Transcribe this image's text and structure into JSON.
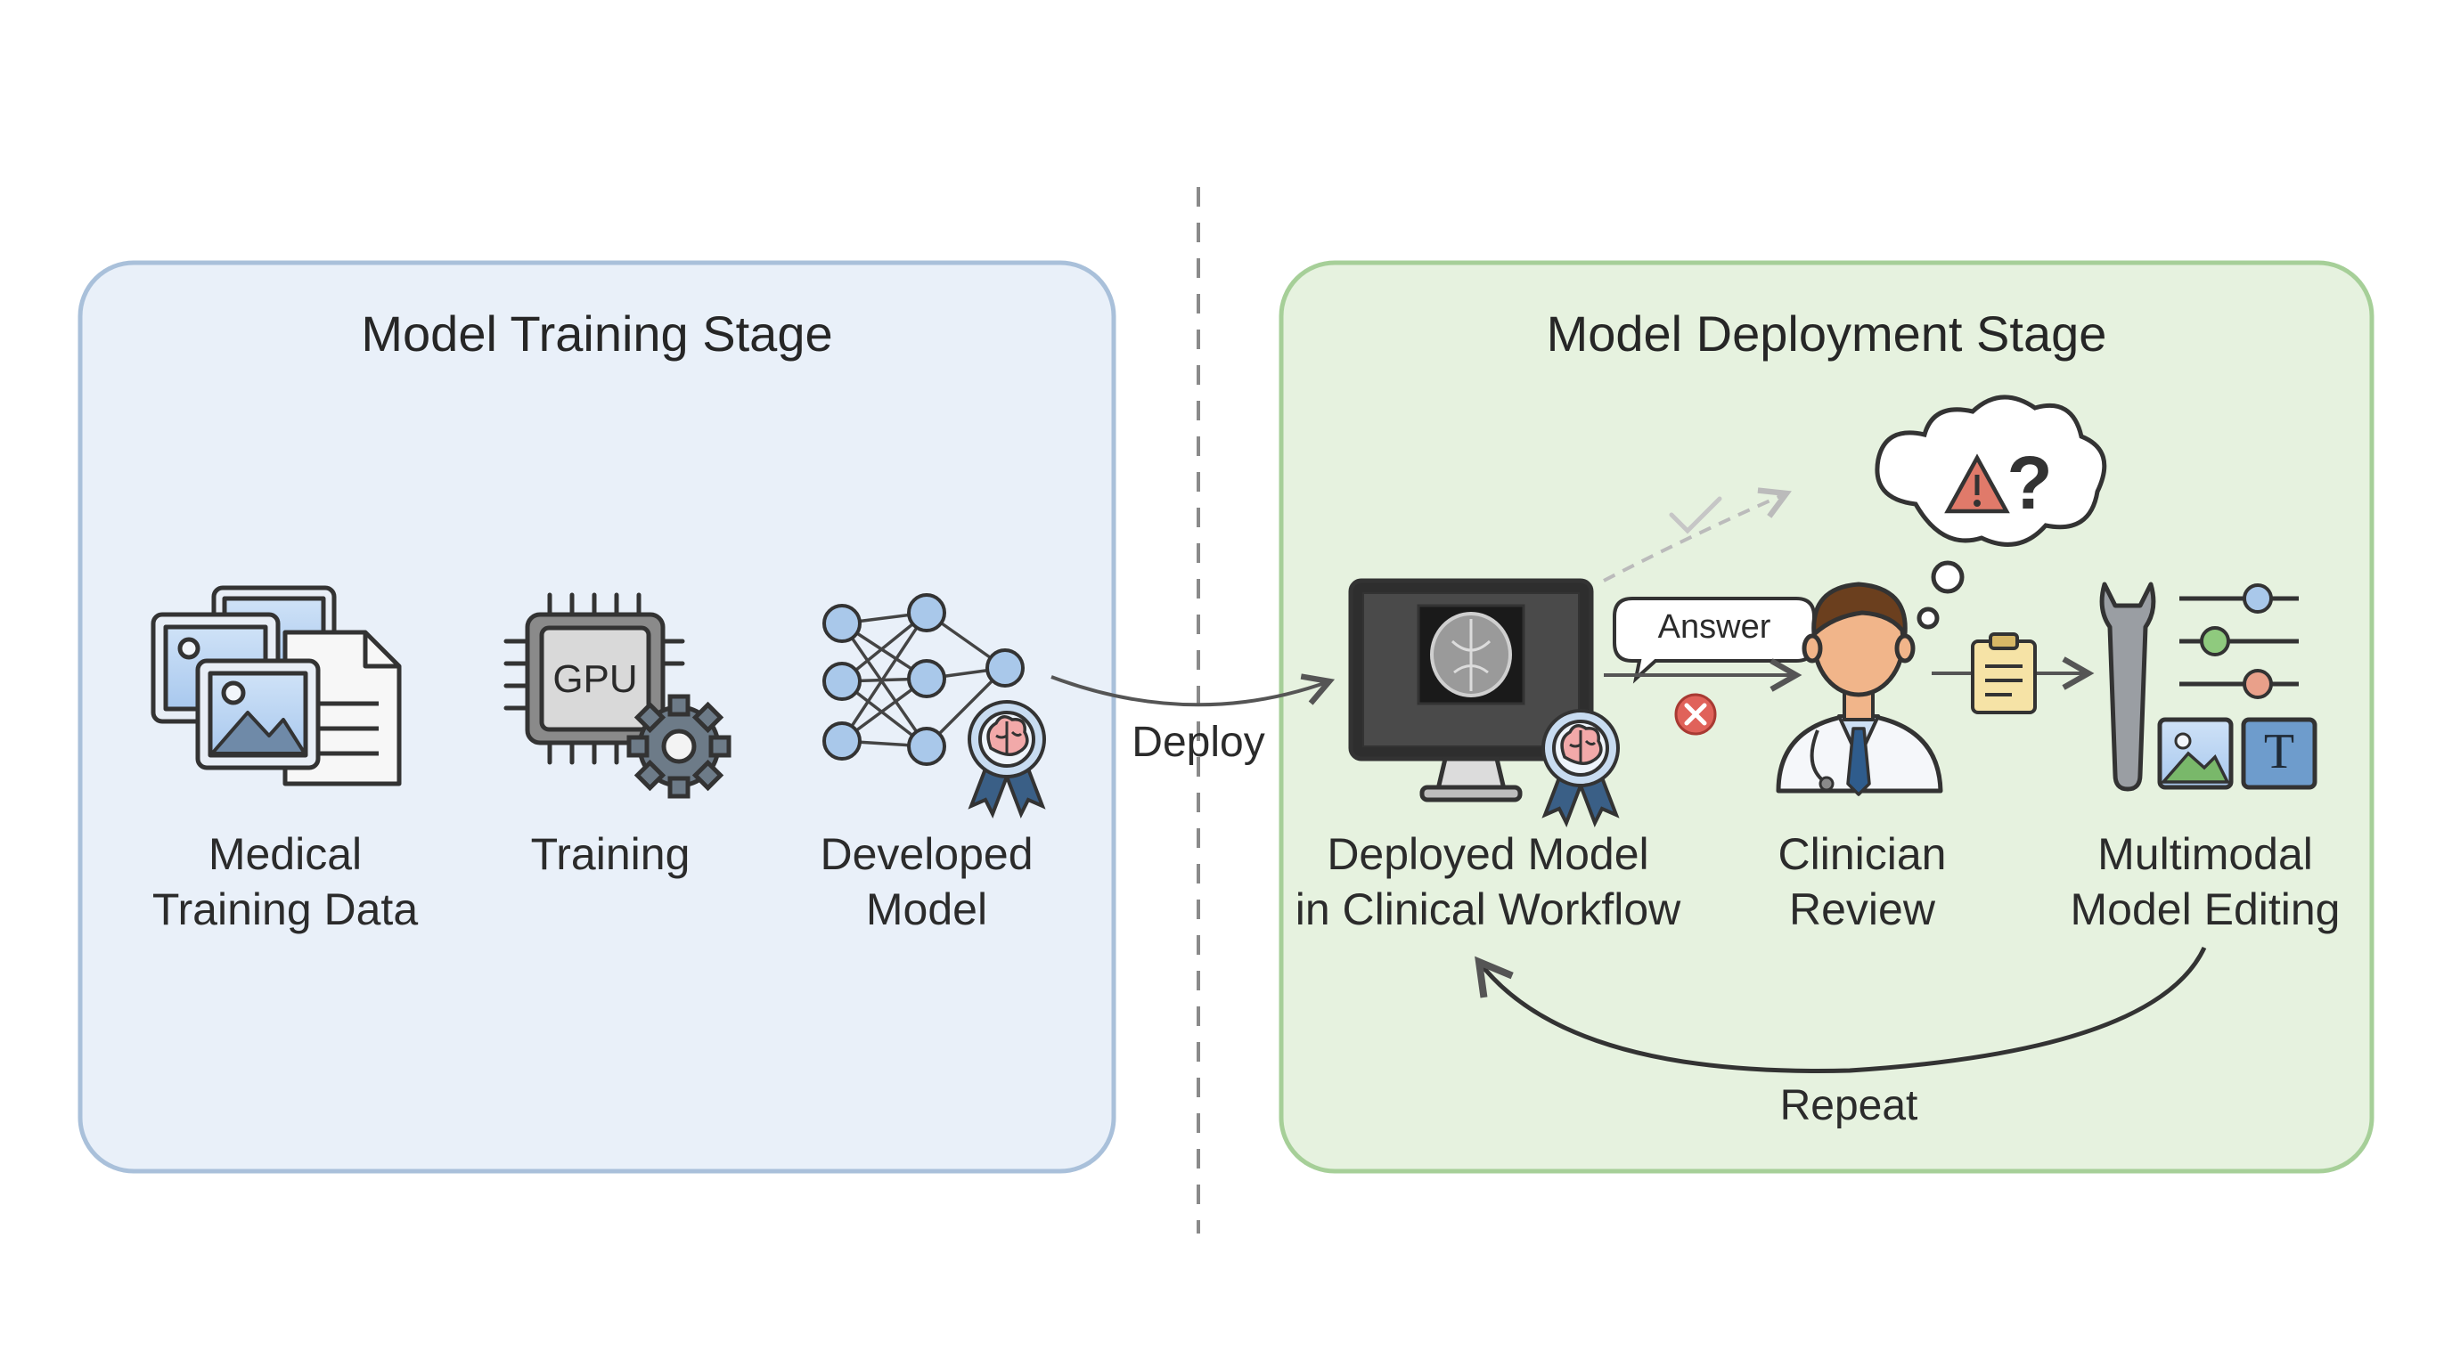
{
  "training_stage": {
    "title": "Model Training Stage",
    "items": [
      {
        "label": "Medical\nTraining Data"
      },
      {
        "label": "Training"
      },
      {
        "label": "Developed\nModel"
      }
    ],
    "gpu_chip_text": "GPU"
  },
  "deploy_arrow_label": "Deploy",
  "deployment_stage": {
    "title": "Model Deployment Stage",
    "items": [
      {
        "label": "Deployed Model\nin Clinical Workflow"
      },
      {
        "label": "Clinician\nReview"
      },
      {
        "label": "Multimodal\nModel Editing"
      }
    ],
    "answer_bubble": "Answer",
    "repeat_label": "Repeat",
    "editing_text_tile": "T"
  },
  "colors": {
    "training_fill": "#e9f0f9",
    "training_border": "#a9c0da",
    "deployment_fill": "#e6f2df",
    "deployment_border": "#a6cf98",
    "icon_blue": "#a9c8ea",
    "warning_red": "#e07a6a",
    "error_red": "#e0625a"
  },
  "icons": [
    "image-stack-icon",
    "gpu-gear-icon",
    "neural-network-icon",
    "brain-award-icon",
    "monitor-brain-scan-icon",
    "error-x-icon",
    "doctor-icon",
    "thought-warning-question-icon",
    "clipboard-icon",
    "wrench-icon",
    "sliders-icon",
    "image-icon",
    "text-icon"
  ]
}
